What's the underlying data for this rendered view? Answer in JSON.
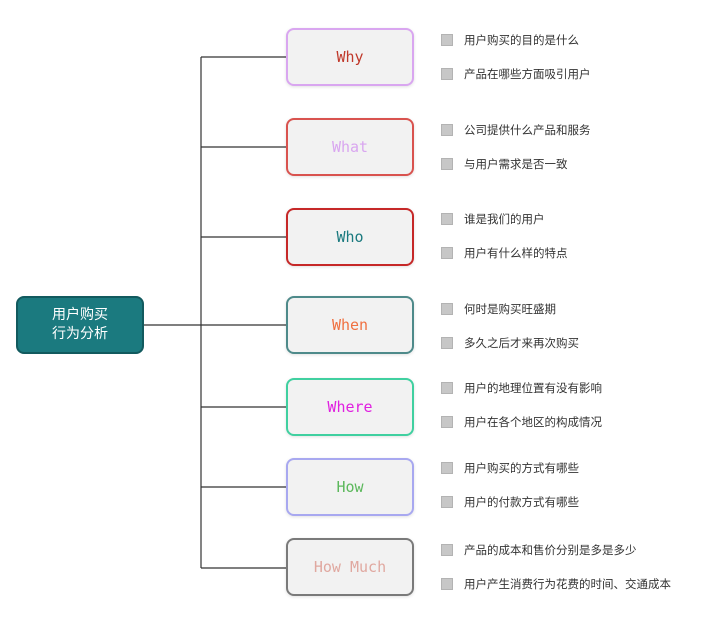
{
  "root": {
    "line1": "用户购买",
    "line2": "行为分析"
  },
  "branches": [
    {
      "label": "Why",
      "color": "#c0392b",
      "border": "#d9a6f0",
      "items": [
        "用户购买的目的是什么",
        "产品在哪些方面吸引用户"
      ]
    },
    {
      "label": "What",
      "color": "#d9a6f0",
      "border": "#d9534f",
      "items": [
        "公司提供什么产品和服务",
        "与用户需求是否一致"
      ]
    },
    {
      "label": "Who",
      "color": "#1b7a7f",
      "border": "#c62828",
      "items": [
        "谁是我们的用户",
        "用户有什么样的特点"
      ]
    },
    {
      "label": "When",
      "color": "#f07040",
      "border": "#4e8a8a",
      "items": [
        "何时是购买旺盛期",
        "多久之后才来再次购买"
      ]
    },
    {
      "label": "Where",
      "color": "#e020e0",
      "border": "#40d0a0",
      "items": [
        "用户的地理位置有没有影响",
        "用户在各个地区的构成情况"
      ]
    },
    {
      "label": "How",
      "color": "#5cb85c",
      "border": "#a8a8f0",
      "items": [
        "用户购买的方式有哪些",
        "用户的付款方式有哪些"
      ]
    },
    {
      "label": "How Much",
      "color": "#e0a8a0",
      "border": "#7a7a7a",
      "items": [
        "产品的成本和售价分别是多是多少",
        "用户产生消费行为花费的时间、交通成本"
      ]
    }
  ]
}
